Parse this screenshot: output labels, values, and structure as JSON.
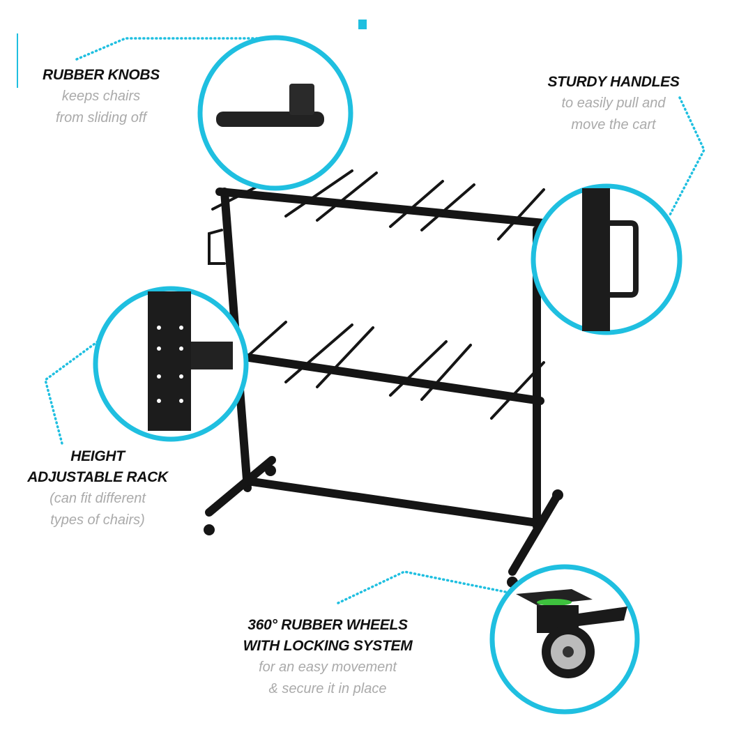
{
  "accent_color": "#1fbfe0",
  "callouts": {
    "knobs": {
      "title": "RUBBER KNOBS",
      "desc1": "keeps chairs",
      "desc2": "from sliding off"
    },
    "handles": {
      "title": "STURDY HANDLES",
      "desc1": "to easily pull and",
      "desc2": "move the cart"
    },
    "rack": {
      "title1": "HEIGHT",
      "title2": "ADJUSTABLE RACK",
      "desc1": "(can fit different",
      "desc2": "types of chairs)"
    },
    "wheels": {
      "title1": "360° RUBBER WHEELS",
      "title2": "WITH LOCKING SYSTEM",
      "desc1": "for an easy movement",
      "desc2": "& secure it in place"
    }
  }
}
